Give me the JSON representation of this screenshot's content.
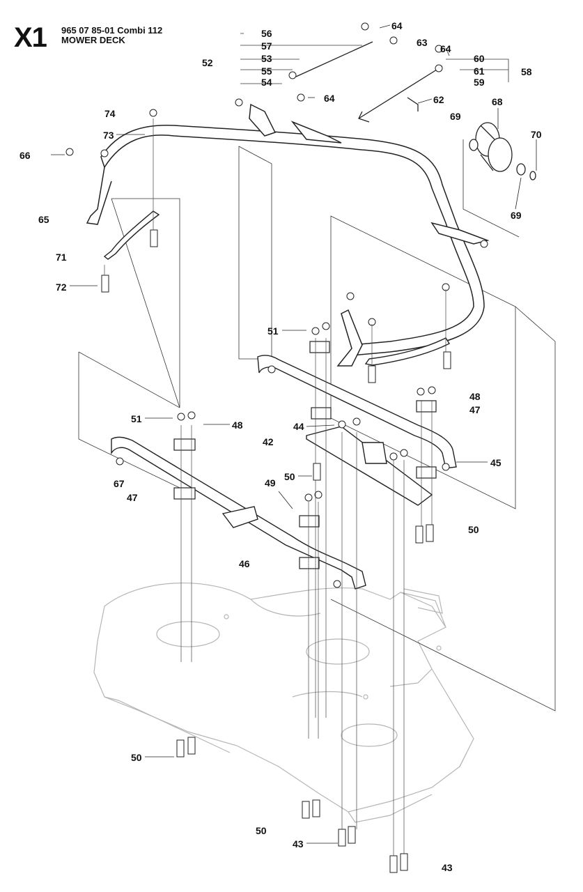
{
  "header": {
    "section_code": "X1",
    "part_number": "965 07 85-01 Combi 112",
    "title": "MOWER DECK"
  },
  "callouts": [
    {
      "id": "c-56",
      "text": "56"
    },
    {
      "id": "c-57",
      "text": "57"
    },
    {
      "id": "c-53",
      "text": "53"
    },
    {
      "id": "c-52",
      "text": "52"
    },
    {
      "id": "c-55",
      "text": "55"
    },
    {
      "id": "c-54",
      "text": "54"
    },
    {
      "id": "c-64a",
      "text": "64"
    },
    {
      "id": "c-64b",
      "text": "64"
    },
    {
      "id": "c-63",
      "text": "63"
    },
    {
      "id": "c-64c",
      "text": "64"
    },
    {
      "id": "c-60",
      "text": "60"
    },
    {
      "id": "c-61",
      "text": "61"
    },
    {
      "id": "c-58",
      "text": "58"
    },
    {
      "id": "c-59",
      "text": "59"
    },
    {
      "id": "c-62",
      "text": "62"
    },
    {
      "id": "c-68",
      "text": "68"
    },
    {
      "id": "c-69a",
      "text": "69"
    },
    {
      "id": "c-70",
      "text": "70"
    },
    {
      "id": "c-69b",
      "text": "69"
    },
    {
      "id": "c-74",
      "text": "74"
    },
    {
      "id": "c-73",
      "text": "73"
    },
    {
      "id": "c-66",
      "text": "66"
    },
    {
      "id": "c-65",
      "text": "65"
    },
    {
      "id": "c-71",
      "text": "71"
    },
    {
      "id": "c-72",
      "text": "72"
    },
    {
      "id": "c-51a",
      "text": "51"
    },
    {
      "id": "c-48a",
      "text": "48"
    },
    {
      "id": "c-47a",
      "text": "47"
    },
    {
      "id": "c-44",
      "text": "44"
    },
    {
      "id": "c-42",
      "text": "42"
    },
    {
      "id": "c-51b",
      "text": "51"
    },
    {
      "id": "c-48b",
      "text": "48"
    },
    {
      "id": "c-45",
      "text": "45"
    },
    {
      "id": "c-50a",
      "text": "50"
    },
    {
      "id": "c-67",
      "text": "67"
    },
    {
      "id": "c-49",
      "text": "49"
    },
    {
      "id": "c-47b",
      "text": "47"
    },
    {
      "id": "c-50b",
      "text": "50"
    },
    {
      "id": "c-46",
      "text": "46"
    },
    {
      "id": "c-50c",
      "text": "50"
    },
    {
      "id": "c-50d",
      "text": "50"
    },
    {
      "id": "c-43a",
      "text": "43"
    },
    {
      "id": "c-43b",
      "text": "43"
    }
  ]
}
